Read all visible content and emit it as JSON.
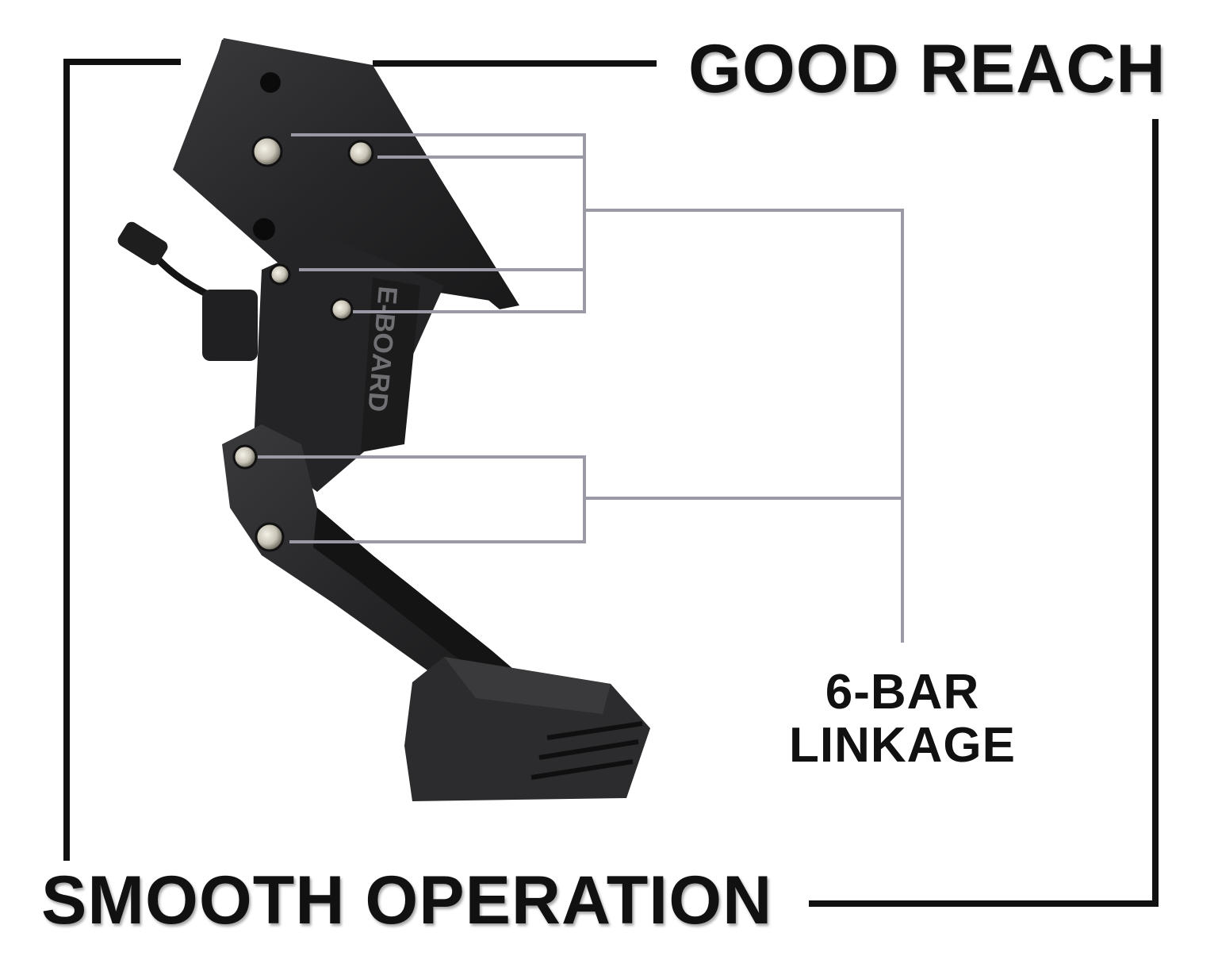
{
  "headline_top": "GOOD REACH",
  "headline_bottom": "SMOOTH OPERATION",
  "callout": {
    "line1": "6-BAR",
    "line2": "LINKAGE"
  },
  "product": {
    "embossed_brand": "E-BOARD"
  },
  "colors": {
    "frame": "#111111",
    "leader_lines": "#9a9aa6",
    "product_body": "#2a2a2c",
    "pivot_pin": "#d8d4c8",
    "background": "#ffffff"
  }
}
